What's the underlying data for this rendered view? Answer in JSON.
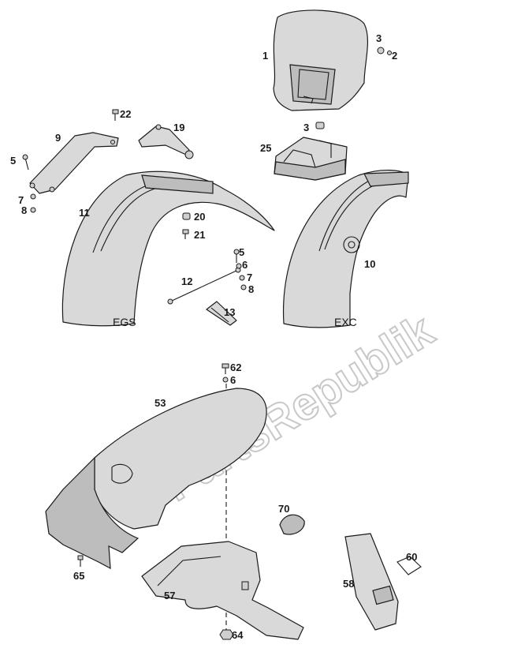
{
  "watermark": "PartsRepublik",
  "labels": {
    "p1": "1",
    "p2": "2",
    "p3a": "3",
    "p3b": "3",
    "p5a": "5",
    "p5b": "5",
    "p6a": "6",
    "p6b": "6",
    "p7a": "7",
    "p7b": "7",
    "p8a": "8",
    "p8b": "8",
    "p9": "9",
    "p10": "10",
    "p11": "11",
    "p12": "12",
    "p13": "13",
    "p19": "19",
    "p20": "20",
    "p21": "21",
    "p22": "22",
    "p25": "25",
    "p53": "53",
    "p57": "57",
    "p58": "58",
    "p60": "60",
    "p62": "62",
    "p64": "64",
    "p65": "65",
    "p70": "70"
  },
  "variants": {
    "egs": "EGS",
    "exc": "EXC"
  }
}
